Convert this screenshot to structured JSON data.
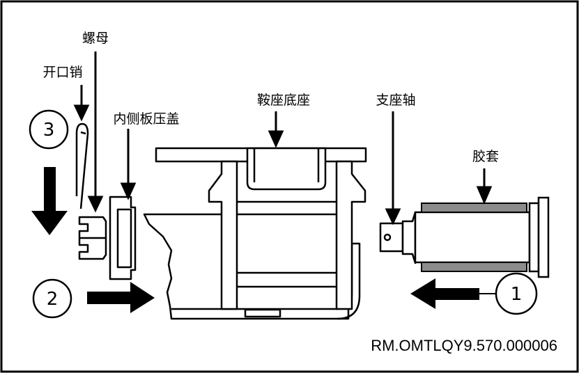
{
  "labels": {
    "nut": "螺母",
    "cotter_pin": "开口销",
    "inner_plate_cover": "内侧板压盖",
    "saddle_base": "鞍座底座",
    "support_shaft": "支座轴",
    "rubber_sleeve": "胶套"
  },
  "steps": {
    "one": "1",
    "two": "2",
    "three": "3"
  },
  "reference_code": "RM.OMTLQY9.570.000006",
  "colors": {
    "line": "#000000",
    "sleeve_fill": "#8c8c8c",
    "background": "#ffffff"
  }
}
